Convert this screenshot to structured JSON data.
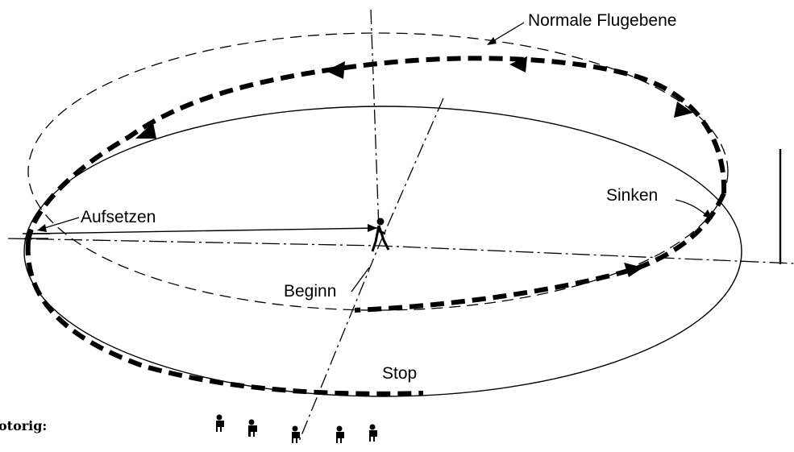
{
  "labels": {
    "flight_plane": "Normale Flugebene",
    "sinking": "Sinken",
    "touchdown": "Aufsetzen",
    "begin": "Beginn",
    "stop": "Stop",
    "footer_fragment": "otorig:"
  },
  "colors": {
    "ink": "#000000",
    "background": "#ffffff"
  },
  "icons": {
    "pilot": "person-with-control-handle-icon",
    "spectator": "seated-spectator-icon",
    "direction_arrow": "arrowhead-icon"
  }
}
